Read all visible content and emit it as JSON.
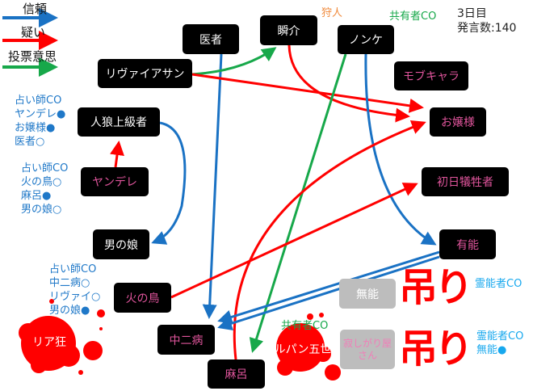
{
  "legend": {
    "trust": "信頼",
    "doubt": "疑い",
    "vote": "投票意思"
  },
  "colors": {
    "trust": "#1a72c4",
    "doubt": "#ff0000",
    "vote": "#17a84a",
    "node_bg": "#000000",
    "pink_text": "#e0559c"
  },
  "status": {
    "day": "3日目",
    "messages": "発言数:140"
  },
  "nodes": {
    "isha": "医者",
    "shunsuke": "瞬介",
    "nonke": "ノンケ",
    "leviathan": "リヴァイアサン",
    "mob": "モブキャラ",
    "jinro": "人狼上級者",
    "ojousama": "お嬢様",
    "yandere": "ヤンデレ",
    "shonichi": "初日犠牲者",
    "otokonoko": "男の娘",
    "yuunou": "有能",
    "hinotori": "火の鳥",
    "chuunibyou": "中二病",
    "maro": "麻呂",
    "muno": "無能",
    "lupin": "ルパン五世",
    "sabishigari": "寂しがり屋さん",
    "riakyou": "リア狂"
  },
  "labels": {
    "hunter": "狩人",
    "sharer_co_top": "共有者CO",
    "sharer_co_lupin": "共有者CO",
    "seer1": [
      "占い師CO",
      "ヤンデレ●",
      "お嬢様●",
      "医者○"
    ],
    "seer2": [
      "占い師CO",
      "火の鳥○",
      "麻呂●",
      "男の娘○"
    ],
    "seer3": [
      "占い師CO",
      "中二病○",
      "リヴァイ○",
      "男の娘●"
    ],
    "medium1": "霊能者CO",
    "medium2": [
      "霊能者CO",
      "無能●"
    ],
    "hanged": "吊り"
  }
}
